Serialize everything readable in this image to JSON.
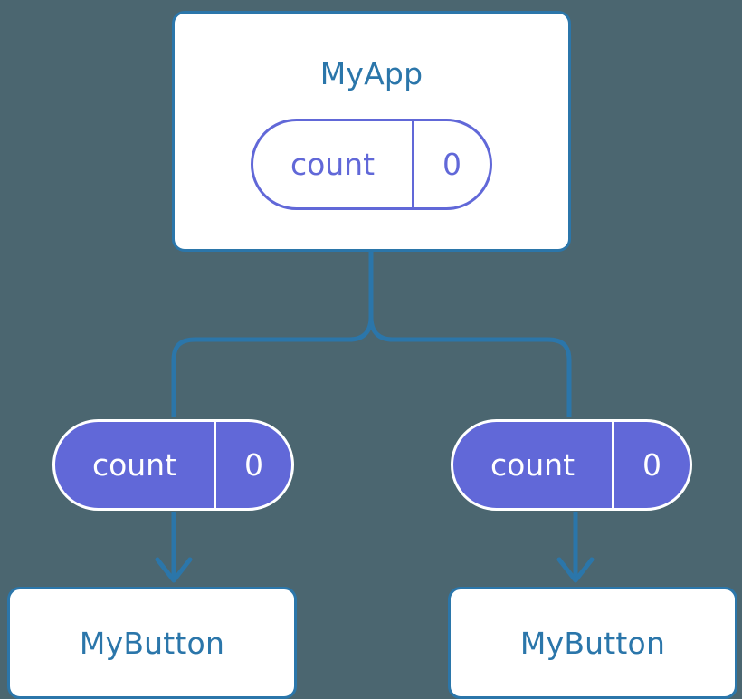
{
  "diagram": {
    "title": "React component state / prop drilling tree",
    "background_color": "#4b6670",
    "accent_blue": "#2b76aa",
    "accent_purple": "#6168d8",
    "white": "#ffffff"
  },
  "root": {
    "name": "MyApp",
    "state": {
      "key": "count",
      "value": "0"
    }
  },
  "children": [
    {
      "id": "left",
      "prop": {
        "key": "count",
        "value": "0"
      },
      "component": {
        "name": "MyButton"
      }
    },
    {
      "id": "right",
      "prop": {
        "key": "count",
        "value": "0"
      },
      "component": {
        "name": "MyButton"
      }
    }
  ],
  "connectors": {
    "root_to_split": "vertical-line",
    "split_junction": "curved-tee",
    "branch_left": "elbow-down-left",
    "branch_right": "elbow-down-right",
    "prop_to_component": "down-arrow"
  }
}
